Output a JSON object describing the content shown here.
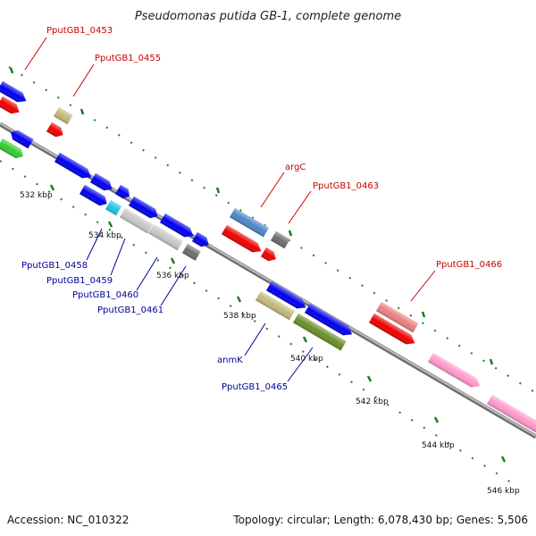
{
  "header": {
    "title": "Pseudomonas putida GB-1, complete genome"
  },
  "footer": {
    "accession": "Accession: NC_010322",
    "summary": "Topology: circular; Length: 6,078,430 bp; Genes: 5,506"
  },
  "colors": {
    "backbone": "#8a8a8a",
    "tick": "#1e7a1e",
    "label_top": "#cc0000",
    "label_bottom": "#000099",
    "cds_blue": "#0000ee",
    "cds_red": "#ee0000",
    "cds_pink": "#ff99cc"
  },
  "ticks": [
    {
      "label": "532 kbp"
    },
    {
      "label": "534 kbp"
    },
    {
      "label": "536 kbp"
    },
    {
      "label": "538 kbp"
    },
    {
      "label": "540 kbp"
    },
    {
      "label": "542 kbp"
    },
    {
      "label": "544 kbp"
    },
    {
      "label": "546 kbp"
    }
  ],
  "gene_labels_top": [
    {
      "label": "PputGB1_0453"
    },
    {
      "label": "PputGB1_0455"
    },
    {
      "label": "argC"
    },
    {
      "label": "PputGB1_0463"
    },
    {
      "label": "PputGB1_0466"
    }
  ],
  "gene_labels_bottom": [
    {
      "label": "PputGB1_0458"
    },
    {
      "label": "PputGB1_0459"
    },
    {
      "label": "PputGB1_0460"
    },
    {
      "label": "PputGB1_0461"
    },
    {
      "label": "anmK"
    },
    {
      "label": "PputGB1_0465"
    }
  ]
}
